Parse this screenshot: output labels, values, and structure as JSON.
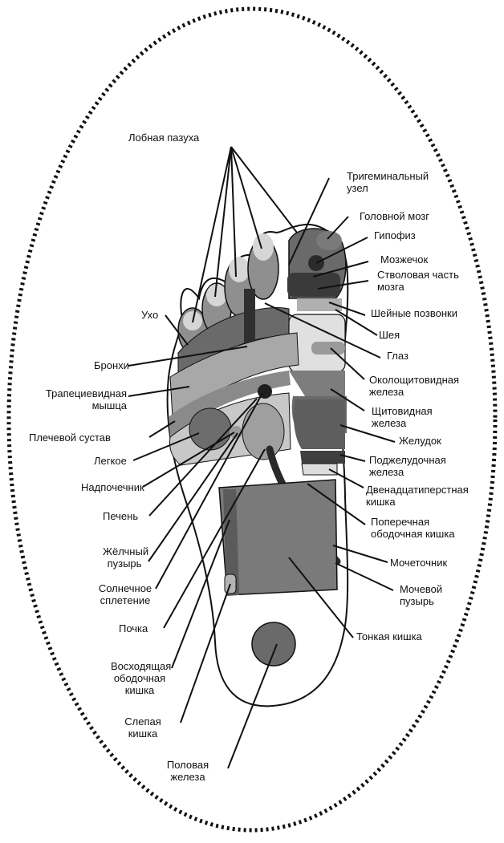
{
  "diagram": {
    "colors": {
      "outline": "#111111",
      "dark": "#3a3a3a",
      "mid_dark": "#6a6a6a",
      "mid": "#8f8f8f",
      "light": "#b9b9b9",
      "very_light": "#dcdcdc"
    },
    "labels": {
      "frontal_sinus": "Лобная пазуха",
      "trigeminal_1": "Тригеминальный",
      "trigeminal_2": "узел",
      "brain": "Головной мозг",
      "pituitary": "Гипофиз",
      "cerebellum": "Мозжечок",
      "brainstem_1": "Стволовая часть",
      "brainstem_2": "мозга",
      "cervical": "Шейные позвонки",
      "neck": "Шея",
      "eye": "Глаз",
      "parathyroid_1": "Околощитовидная",
      "parathyroid_2": "железа",
      "thyroid_1": "Щитовидная",
      "thyroid_2": "железа",
      "stomach": "Желудок",
      "pancreas_1": "Поджелудочная",
      "pancreas_2": "железа",
      "duodenum_1": "Двенадцатиперстная",
      "duodenum_2": "кишка",
      "transverse_1": "Поперечная",
      "transverse_2": "ободочная кишка",
      "ureter": "Мочеточник",
      "bladder_1": "Мочевой",
      "bladder_2": "пузырь",
      "small_intestine": "Тонкая кишка",
      "ear": "Ухо",
      "bronchi": "Бронхи",
      "trapezius_1": "Трапециевидная",
      "trapezius_2": "мышца",
      "shoulder": "Плечевой сустав",
      "lung": "Легкое",
      "adrenal": "Надпочечник",
      "liver": "Печень",
      "gallbladder_1": "Жёлчный",
      "gallbladder_2": "пузырь",
      "solar_1": "Солнечное",
      "solar_2": "сплетение",
      "kidney": "Почка",
      "ascending_1": "Восходящая",
      "ascending_2": "ободочная",
      "ascending_3": "кишка",
      "cecum_1": "Слепая",
      "cecum_2": "кишка",
      "gonad_1": "Половая",
      "gonad_2": "железа"
    }
  }
}
